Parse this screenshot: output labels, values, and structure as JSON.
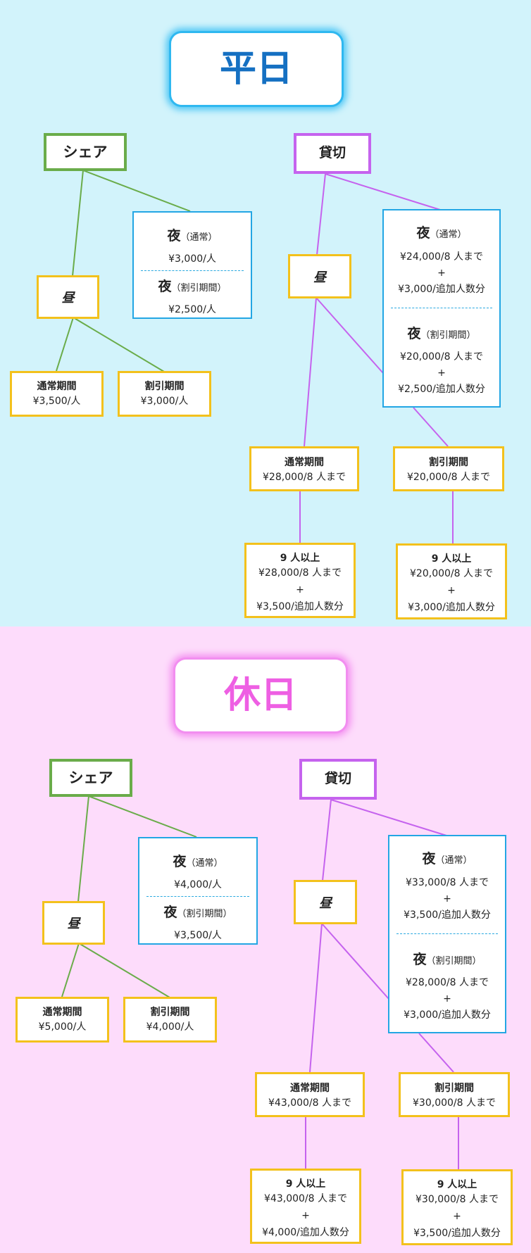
{
  "sections": [
    {
      "title": "平日",
      "share": {
        "label": "シェア",
        "noon": "昼",
        "night": {
          "label": "夜",
          "normal_tag": "（通常）",
          "normal_price": "¥3,000/人",
          "discount_tag": "（割引期間）",
          "discount_price": "¥2,500/人"
        },
        "normal": {
          "label": "通常期間",
          "price": "¥3,500/人"
        },
        "discount": {
          "label": "割引期間",
          "price": "¥3,000/人"
        }
      },
      "charter": {
        "label": "貸切",
        "noon": "昼",
        "night": {
          "label": "夜",
          "normal_tag": "（通常）",
          "normal_line1": "¥24,000/8 人まで",
          "plus": "+",
          "normal_line2": "¥3,000/追加人数分",
          "discount_tag": "（割引期間）",
          "discount_line1": "¥20,000/8 人まで",
          "discount_line2": "¥2,500/追加人数分"
        },
        "normal": {
          "label": "通常期間",
          "price": "¥28,000/8 人まで"
        },
        "discount": {
          "label": "割引期間",
          "price": "¥20,000/8 人まで"
        },
        "normal_over": {
          "label": "9 人以上",
          "line1": "¥28,000/8 人まで",
          "plus": "+",
          "line2": "¥3,500/追加人数分"
        },
        "discount_over": {
          "label": "9 人以上",
          "line1": "¥20,000/8 人まで",
          "plus": "+",
          "line2": "¥3,000/追加人数分"
        }
      }
    },
    {
      "title": "休日",
      "share": {
        "label": "シェア",
        "noon": "昼",
        "night": {
          "label": "夜",
          "normal_tag": "（通常）",
          "normal_price": "¥4,000/人",
          "discount_tag": "（割引期間）",
          "discount_price": "¥3,500/人"
        },
        "normal": {
          "label": "通常期間",
          "price": "¥5,000/人"
        },
        "discount": {
          "label": "割引期間",
          "price": "¥4,000/人"
        }
      },
      "charter": {
        "label": "貸切",
        "noon": "昼",
        "night": {
          "label": "夜",
          "normal_tag": "（通常）",
          "normal_line1": "¥33,000/8 人まで",
          "plus": "+",
          "normal_line2": "¥3,500/追加人数分",
          "discount_tag": "（割引期間）",
          "discount_line1": "¥28,000/8 人まで",
          "discount_line2": "¥3,000/追加人数分"
        },
        "normal": {
          "label": "通常期間",
          "price": "¥43,000/8 人まで"
        },
        "discount": {
          "label": "割引期間",
          "price": "¥30,000/8 人まで"
        },
        "normal_over": {
          "label": "9 人以上",
          "line1": "¥43,000/8 人まで",
          "plus": "+",
          "line2": "¥4,000/追加人数分"
        },
        "discount_over": {
          "label": "9 人以上",
          "line1": "¥30,000/8 人まで",
          "plus": "+",
          "line2": "¥3,500/追加人数分"
        }
      }
    }
  ]
}
